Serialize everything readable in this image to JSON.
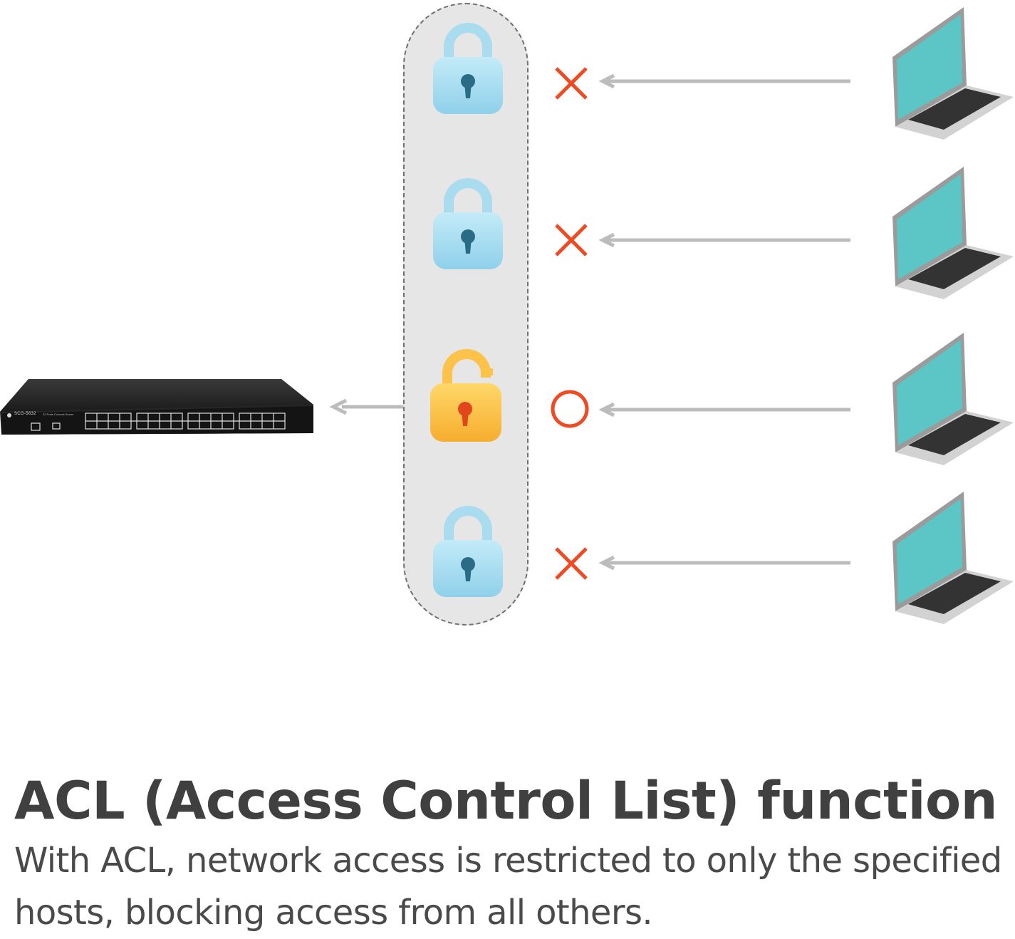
{
  "diagram": {
    "device": {
      "label": "SCG-5632",
      "sublabel": "32 Ports Console Server",
      "icon": "console-server-icon"
    },
    "acl_rows": [
      {
        "lock": "locked",
        "result": "blocked",
        "mark": "×"
      },
      {
        "lock": "locked",
        "result": "blocked",
        "mark": "×"
      },
      {
        "lock": "unlocked",
        "result": "allowed",
        "mark": "○"
      },
      {
        "lock": "locked",
        "result": "blocked",
        "mark": "×"
      }
    ],
    "colors": {
      "locked": "#a9dcef",
      "unlocked": "#fcc24a",
      "mark": "#f04a23",
      "capsule": "#e6e6e6",
      "arrow": "#bcbcbc",
      "laptop_screen": "#5cc6c6"
    }
  },
  "text": {
    "title": "ACL (Access Control List) function",
    "description": "With ACL, network access is restricted to only the specified hosts, blocking access from all others."
  }
}
